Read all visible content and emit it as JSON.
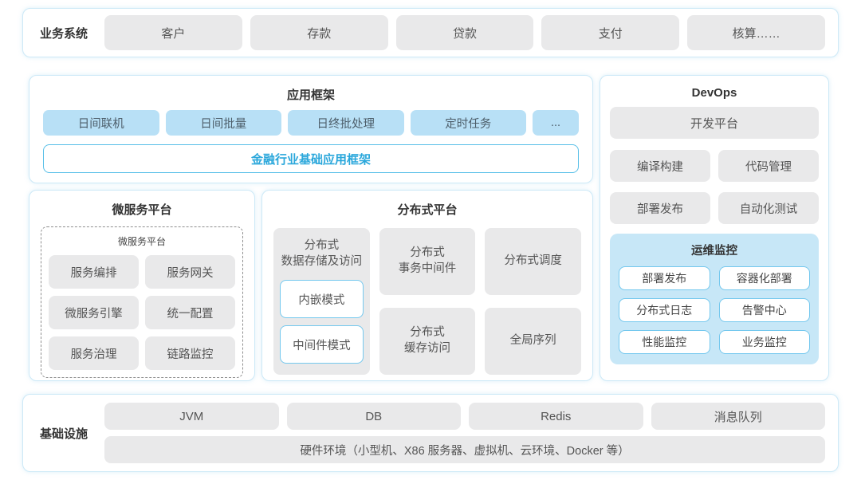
{
  "colors": {
    "panel_border": "#cde9f7",
    "gray_block": "#e9e9ea",
    "blue_block": "#b8e0f6",
    "accent_blue_text": "#2aa7db",
    "accent_blue_border": "#57bfe8",
    "monitor_bg": "#c7e7f7",
    "monitor_item_border": "#74c8ee"
  },
  "business": {
    "label": "业务系统",
    "items": [
      "客户",
      "存款",
      "贷款",
      "支付",
      "核算……"
    ]
  },
  "app_framework": {
    "title": "应用框架",
    "items": [
      "日间联机",
      "日间批量",
      "日终批处理",
      "定时任务",
      "..."
    ],
    "base": "金融行业基础应用框架"
  },
  "devops": {
    "title": "DevOps",
    "platform": "开发平台",
    "items": [
      "编译构建",
      "代码管理",
      "部署发布",
      "自动化测试"
    ],
    "monitor": {
      "title": "运维监控",
      "items": [
        "部署发布",
        "容器化部署",
        "分布式日志",
        "告警中心",
        "性能监控",
        "业务监控"
      ]
    }
  },
  "microservice": {
    "title": "微服务平台",
    "inner_title": "微服务平台",
    "items": [
      "服务编排",
      "服务网关",
      "微服务引擎",
      "统一配置",
      "服务治理",
      "链路监控"
    ]
  },
  "distributed": {
    "title": "分布式平台",
    "storage": {
      "label": "分布式\n数据存储及访问",
      "modes": [
        "内嵌模式",
        "中间件模式"
      ]
    },
    "blocks": [
      "分布式\n事务中间件",
      "分布式调度",
      "分布式\n缓存访问",
      "全局序列"
    ]
  },
  "infrastructure": {
    "label": "基础设施",
    "items": [
      "JVM",
      "DB",
      "Redis",
      "消息队列"
    ],
    "hardware": "硬件环境（小型机、X86 服务器、虚拟机、云环境、Docker 等）"
  }
}
